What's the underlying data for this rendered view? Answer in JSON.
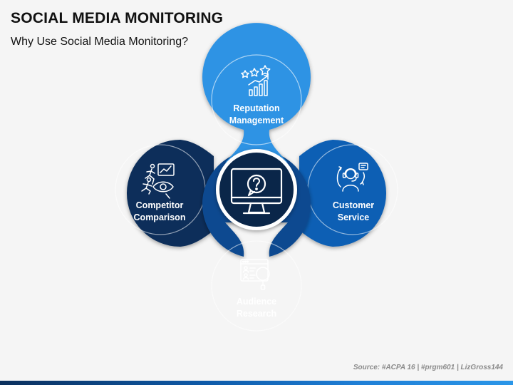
{
  "header": {
    "title": "SOCIAL MEDIA MONITORING",
    "subtitle": "Why Use Social Media Monitoring?"
  },
  "diagram": {
    "center": {
      "icon": "monitor-question-icon"
    },
    "petals": [
      {
        "id": "top",
        "line1": "Reputation",
        "line2": "Management",
        "icon": "rating-growth-icon",
        "color": "#2f93e4"
      },
      {
        "id": "right",
        "line1": "Customer",
        "line2": "Service",
        "icon": "customer-support-icon",
        "color": "#0d5fb4"
      },
      {
        "id": "bottom",
        "line1": "Audience",
        "line2": "Research",
        "icon": "audience-search-icon",
        "color": "#0b4a90"
      },
      {
        "id": "left",
        "line1": "Competitor",
        "line2": "Comparison",
        "icon": "competitor-analysis-icon",
        "color": "#0b2f5a"
      }
    ]
  },
  "footer": {
    "source": "Source: #ACPA 16 | #prgm601 | LizGross144"
  }
}
